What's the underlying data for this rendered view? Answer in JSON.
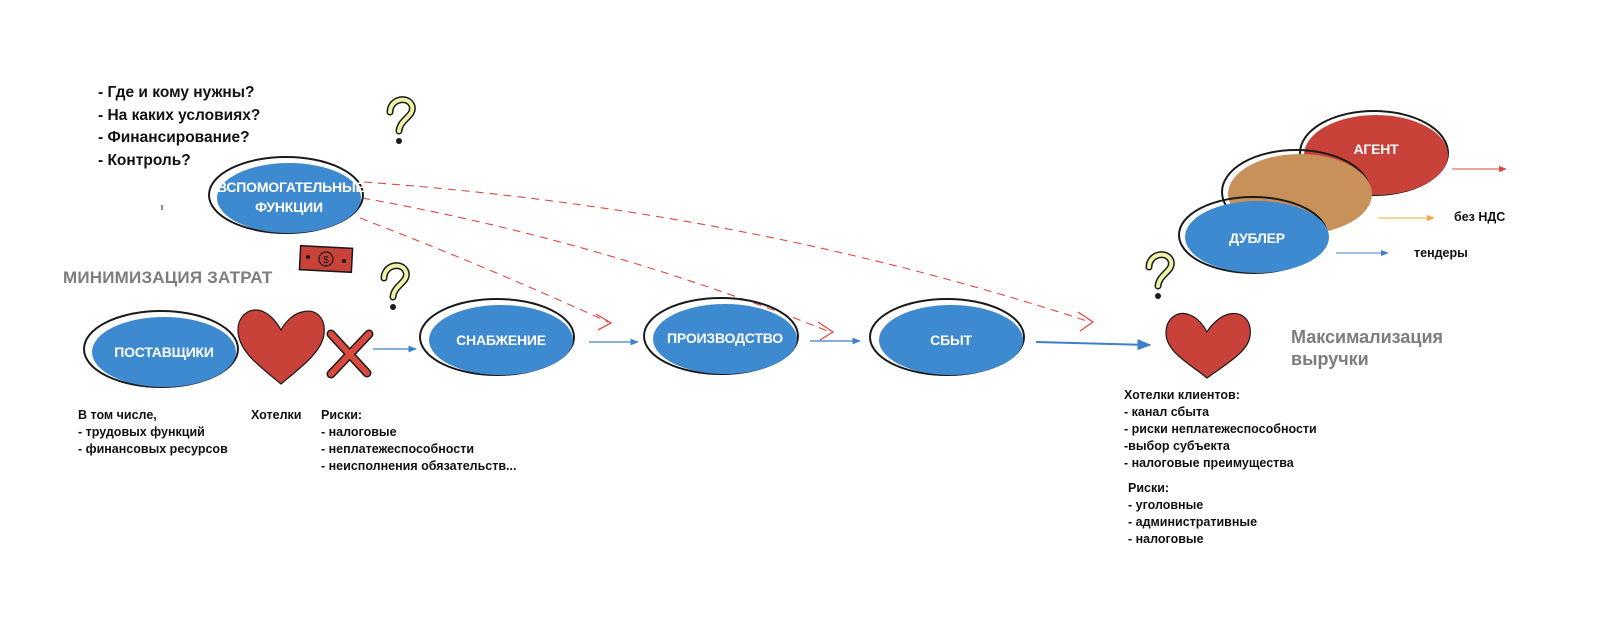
{
  "colors": {
    "node_blue": "#3d8ad0",
    "heart_red": "#c9423a",
    "agent_red": "#c9423a",
    "tan": "#c9915a",
    "dash_red": "#e04848",
    "arrow_blue": "#3d7fc9",
    "arrow_orange": "#f2a93b",
    "question_yellow": "#eef2a6",
    "grey_text": "#7d7d7d"
  },
  "questions": [
    "- Где и кому нужны?",
    "- На каких условиях?",
    "- Финансирование?",
    "- Контроль?"
  ],
  "left_title": "МИНИМИЗАЦИЯ ЗАТРАТ",
  "right_title": [
    "Максимализация",
    "выручки"
  ],
  "nodes": {
    "support": [
      "ВСПОМОГАТЕЛЬНЫЕ",
      "ФУНКЦИИ"
    ],
    "suppliers": "ПОСТАВЩИКИ",
    "supply": "СНАБЖЕНИЕ",
    "production": "ПРОИЗВОДСТВО",
    "sales": "СБЫТ",
    "agent": "АГЕНТ",
    "doubler": "ДУБЛЕР"
  },
  "icons": [
    "question-mark-icon",
    "heart-icon",
    "cross-icon",
    "money-icon"
  ],
  "suppliers_note": [
    "В том числе,",
    "- трудовых функций",
    "- финансовых ресурсов"
  ],
  "wants_label": "Хотелки",
  "risks_left": [
    "Риски:",
    "- налоговые",
    "- неплатежеспособности",
    "- неисполнения обязательств..."
  ],
  "client_wants": [
    "Хотелки клиентов:",
    "- канал сбыта",
    "- риски неплатежеспособности",
    "-выбор субъекта",
    "- налоговые преимущества"
  ],
  "risks_right": [
    "Риски:",
    "- уголовные",
    "- административные",
    "- налоговые"
  ],
  "no_vat": "без НДС",
  "tenders": "тендеры"
}
